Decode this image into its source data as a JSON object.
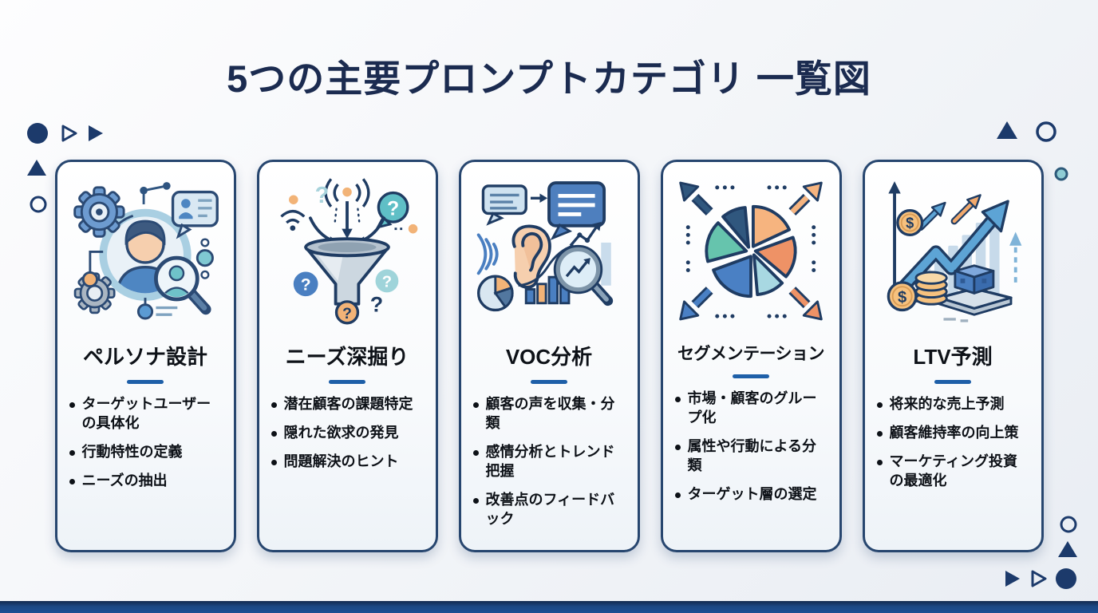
{
  "page": {
    "title": "5つの主要プロンプトカテゴリ 一覧図"
  },
  "palette": {
    "title_navy": "#1b2b50",
    "card_border_navy": "#27466f",
    "divider_blue": "#1e5fa8",
    "decoration_navy": "#1c3a6b",
    "decoration_teal": "#8fcdd4",
    "accent_blue": "#4a80c4",
    "accent_teal": "#63c3ae",
    "accent_orange": "#f2b377",
    "footer_bar_top": "#132a4e",
    "footer_bar_bottom": "#1e5094"
  },
  "cards": [
    {
      "title": "ペルソナ設計",
      "icon": "persona-design-illustration",
      "bullets": [
        "ターゲットユーザーの具体化",
        "行動特性の定義",
        "ニーズの抽出"
      ]
    },
    {
      "title": "ニーズ深掘り",
      "icon": "needs-funnel-illustration",
      "bullets": [
        "潜在顧客の課題特定",
        "隠れた欲求の発見",
        "問題解決のヒント"
      ]
    },
    {
      "title": "VOC分析",
      "icon": "voc-listening-illustration",
      "bullets": [
        "顧客の声を収集・分類",
        "感情分析とトレンド把握",
        "改善点のフィードバック"
      ]
    },
    {
      "title": "セグメンテーション",
      "icon": "segmentation-pie-illustration",
      "bullets": [
        "市場・顧客のグループ化",
        "属性や行動による分類",
        "ターゲット層の選定"
      ]
    },
    {
      "title": "LTV予測",
      "icon": "ltv-growth-illustration",
      "bullets": [
        "将来的な売上予測",
        "顧客維持率の向上策",
        "マーケティング投資の最適化"
      ]
    }
  ]
}
